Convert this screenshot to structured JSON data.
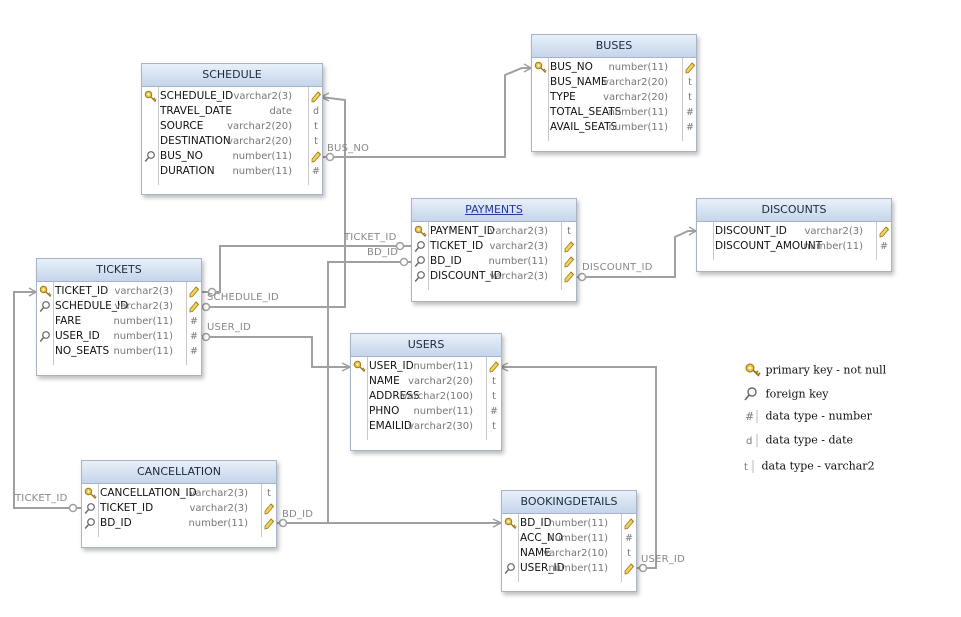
{
  "entities": [
    {
      "id": "schedule",
      "name": "SCHEDULE",
      "underline": false,
      "rows": [
        {
          "name": "SCHEDULE_ID",
          "type": "varchar2(3)",
          "mark": "pk",
          "key": "pk"
        },
        {
          "name": "TRAVEL_DATE",
          "type": "date",
          "mark": "d",
          "key": ""
        },
        {
          "name": "SOURCE",
          "type": "varchar2(20)",
          "mark": "t",
          "key": ""
        },
        {
          "name": "DESTINATION",
          "type": "varchar2(20)",
          "mark": "t",
          "key": ""
        },
        {
          "name": "BUS_NO",
          "type": "number(11)",
          "mark": "pk",
          "key": "fk"
        },
        {
          "name": "DURATION",
          "type": "number(11)",
          "mark": "#",
          "key": ""
        }
      ]
    },
    {
      "id": "buses",
      "name": "BUSES",
      "underline": false,
      "rows": [
        {
          "name": "BUS_NO",
          "type": "number(11)",
          "mark": "pk",
          "key": "pk"
        },
        {
          "name": "BUS_NAME",
          "type": "varchar2(20)",
          "mark": "t",
          "key": ""
        },
        {
          "name": "TYPE",
          "type": "varchar2(20)",
          "mark": "t",
          "key": ""
        },
        {
          "name": "TOTAL_SEATS",
          "type": "number(11)",
          "mark": "#",
          "key": ""
        },
        {
          "name": "AVAIL_SEATS",
          "type": "number(11)",
          "mark": "#",
          "key": ""
        }
      ]
    },
    {
      "id": "payments",
      "name": "PAYMENTS",
      "underline": true,
      "rows": [
        {
          "name": "PAYMENT_ID",
          "type": "varchar2(3)",
          "mark": "t",
          "key": "pk"
        },
        {
          "name": "TICKET_ID",
          "type": "varchar2(3)",
          "mark": "pk",
          "key": "fk"
        },
        {
          "name": "BD_ID",
          "type": "number(11)",
          "mark": "pk",
          "key": "fk"
        },
        {
          "name": "DISCOUNT_ID",
          "type": "varchar2(3)",
          "mark": "pk",
          "key": "fk"
        }
      ]
    },
    {
      "id": "discounts",
      "name": "DISCOUNTS",
      "underline": false,
      "rows": [
        {
          "name": "DISCOUNT_ID",
          "type": "varchar2(3)",
          "mark": "pk",
          "key": ""
        },
        {
          "name": "DISCOUNT_AMOUNT",
          "type": "number(11)",
          "mark": "#",
          "key": ""
        }
      ]
    },
    {
      "id": "tickets",
      "name": "TICKETS",
      "underline": false,
      "rows": [
        {
          "name": "TICKET_ID",
          "type": "varchar2(3)",
          "mark": "pk",
          "key": "pk"
        },
        {
          "name": "SCHEDULE_ID",
          "type": "varchar2(3)",
          "mark": "pk",
          "key": "fk"
        },
        {
          "name": "FARE",
          "type": "number(11)",
          "mark": "#",
          "key": ""
        },
        {
          "name": "USER_ID",
          "type": "number(11)",
          "mark": "#",
          "key": "fk"
        },
        {
          "name": "NO_SEATS",
          "type": "number(11)",
          "mark": "#",
          "key": ""
        }
      ]
    },
    {
      "id": "users",
      "name": "USERS",
      "underline": false,
      "rows": [
        {
          "name": "USER_ID",
          "type": "number(11)",
          "mark": "pk",
          "key": "pk"
        },
        {
          "name": "NAME",
          "type": "varchar2(20)",
          "mark": "t",
          "key": ""
        },
        {
          "name": "ADDRESS",
          "type": "varchar2(100)",
          "mark": "t",
          "key": ""
        },
        {
          "name": "PHNO",
          "type": "number(11)",
          "mark": "#",
          "key": ""
        },
        {
          "name": "EMAILID",
          "type": "varchar2(30)",
          "mark": "t",
          "key": ""
        }
      ]
    },
    {
      "id": "cancellation",
      "name": "CANCELLATION",
      "underline": false,
      "rows": [
        {
          "name": "CANCELLATION_ID",
          "type": "varchar2(3)",
          "mark": "t",
          "key": "pk"
        },
        {
          "name": "TICKET_ID",
          "type": "varchar2(3)",
          "mark": "pk",
          "key": "fk"
        },
        {
          "name": "BD_ID",
          "type": "number(11)",
          "mark": "pk",
          "key": "fk"
        }
      ]
    },
    {
      "id": "bookingdetails",
      "name": "BOOKINGDETAILS",
      "underline": false,
      "rows": [
        {
          "name": "BD_ID",
          "type": "number(11)",
          "mark": "pk",
          "key": "pk"
        },
        {
          "name": "ACC_NO",
          "type": "number(11)",
          "mark": "#",
          "key": ""
        },
        {
          "name": "NAME",
          "type": "varchar2(10)",
          "mark": "t",
          "key": ""
        },
        {
          "name": "USER_ID",
          "type": "number(11)",
          "mark": "pk",
          "key": "fk"
        }
      ]
    }
  ],
  "relationships": [
    {
      "id": "bus_no",
      "label": "BUS_NO"
    },
    {
      "id": "ticket_id_pay",
      "label": "TICKET_ID"
    },
    {
      "id": "bd_id_pay",
      "label": "BD_ID"
    },
    {
      "id": "discount_id",
      "label": "DISCOUNT_ID"
    },
    {
      "id": "schedule_id",
      "label": "SCHEDULE_ID"
    },
    {
      "id": "user_id_tk",
      "label": "USER_ID"
    },
    {
      "id": "ticket_id_can",
      "label": "TICKET_ID"
    },
    {
      "id": "bd_id_can",
      "label": "BD_ID"
    },
    {
      "id": "user_id_bd",
      "label": "USER_ID"
    }
  ],
  "legend": [
    {
      "icon": "primary-key-icon",
      "text": "primary key - not null"
    },
    {
      "icon": "foreign-key-icon",
      "text": "foreign key"
    },
    {
      "icon": "number-type-icon",
      "text": "data type - number"
    },
    {
      "icon": "date-type-icon",
      "text": "data type - date"
    },
    {
      "icon": "varchar-type-icon",
      "text": "data type - varchar2"
    }
  ],
  "colors": {
    "line": "#a0a0a0",
    "header_top": "#e9f0fa",
    "header_bottom": "#c5d5ea",
    "key_gold": "#d4a017"
  }
}
